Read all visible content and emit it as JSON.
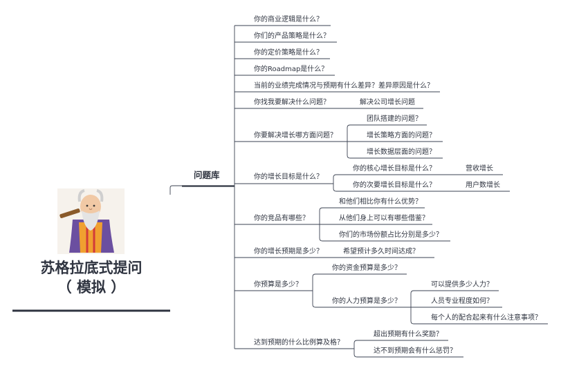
{
  "root": {
    "title_line1": "苏格拉底式提问",
    "title_line2": "（ 模拟 ）"
  },
  "hub": {
    "label": "问题库"
  },
  "nodes": {
    "q1": "你的商业逻辑是什么？",
    "q2": "你们的产品策略是什么？",
    "q3": "你的定价策略是什么？",
    "q4": "你的Roadmap是什么？",
    "q5": "当前的业绩完成情况与预期有什么差异？差异原因是什么？",
    "q6": "你找我要解决什么问题？",
    "q6a": "解决公司增长问题",
    "q7": "你要解决增长哪方面问题？",
    "q7a": "团队搭建的问题？",
    "q7b": "增长策略方面的问题？",
    "q7c": "增长数据层面的问题？",
    "q8": "你的增长目标是什么？",
    "q8a": "你的核心增长目标是什么？",
    "q8a1": "营收增长",
    "q8b": "你的次要增长目标是什么？",
    "q8b1": "用户数增长",
    "q9": "你的竞品有哪些？",
    "q9a": "和他们相比你有什么优势？",
    "q9b": "从他们身上可以有哪些借鉴？",
    "q9c": "你们的市场份额占比分别是多少？",
    "q10": "你的增长预期是多少？",
    "q10a": "希望预计多久时间达成？",
    "q11": "你预算是多少？",
    "q11a": "你的资金预算是多少？",
    "q11b": "你的人力预算是多少？",
    "q11b1": "可以提供多少人力？",
    "q11b2": "人员专业程度如何？",
    "q11b3": "每个人的配合起来有什么注意事项？",
    "q12": "达到预期的什么比例算及格？",
    "q12a": "超出预期有什么奖励？",
    "q12b": "达不到预期会有什么惩罚？"
  },
  "colors": {
    "line": "#3a4150",
    "accent": "#2f3440"
  }
}
